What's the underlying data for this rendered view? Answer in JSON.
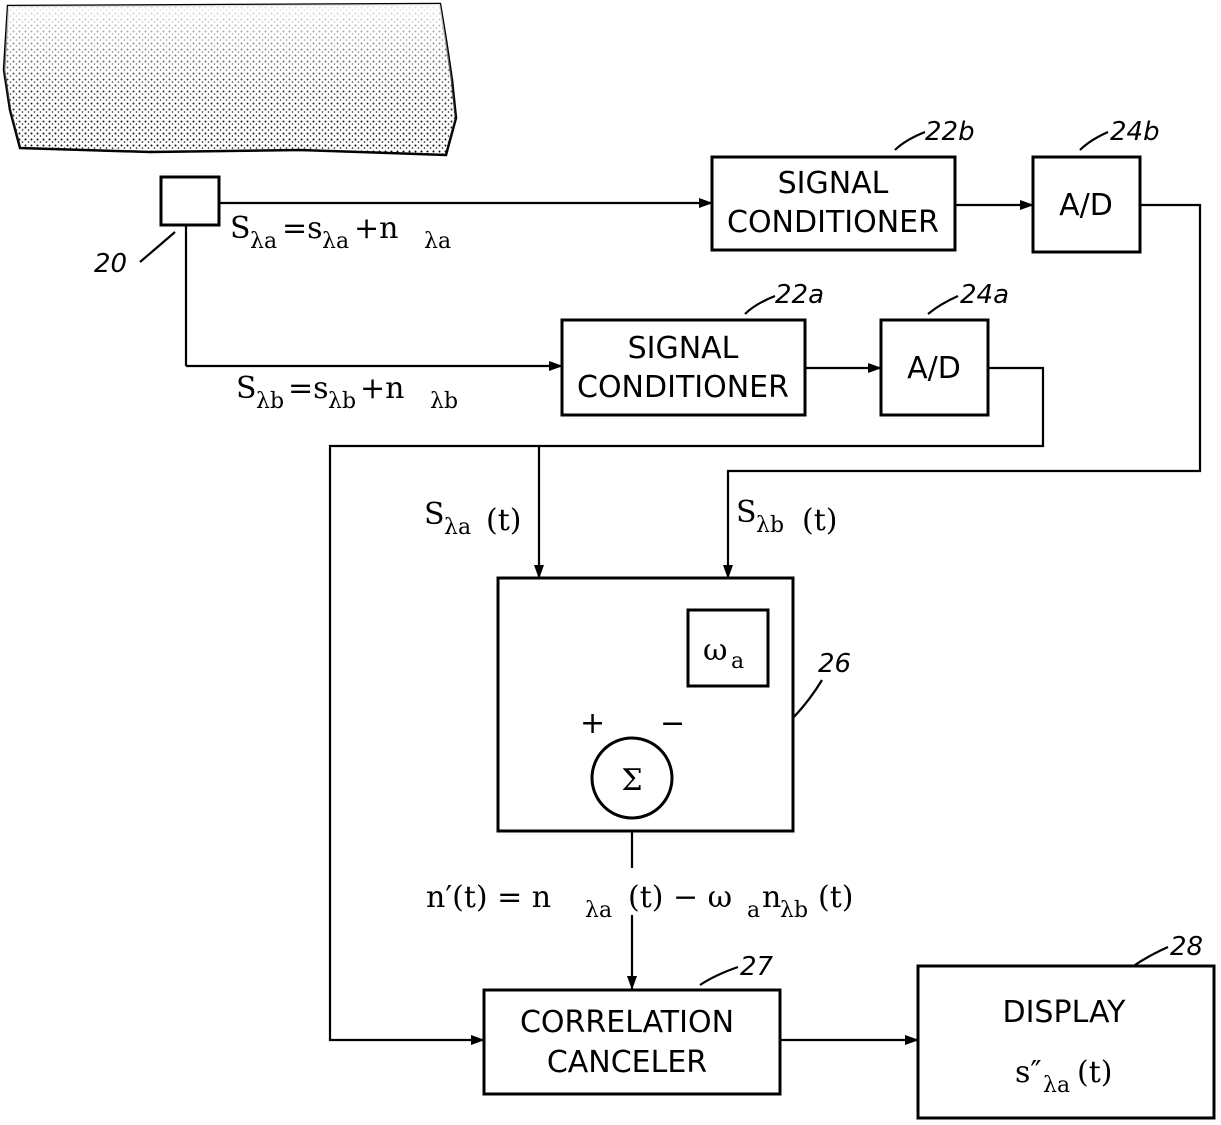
{
  "refs": {
    "sensor": "20",
    "cond_b": "22b",
    "ad_b": "24b",
    "cond_a": "22a",
    "ad_a": "24a",
    "filter": "26",
    "canceler": "27",
    "display": "28"
  },
  "blocks": {
    "cond_b": [
      "SIGNAL",
      "CONDITIONER"
    ],
    "cond_a": [
      "SIGNAL",
      "CONDITIONER"
    ],
    "ad_b": "A/D",
    "ad_a": "A/D",
    "canceler": [
      "CORRELATION",
      "CANCELER"
    ],
    "display_title": "DISPLAY"
  },
  "symbols": {
    "weight": "ω",
    "weight_sub": "a",
    "sum": "Σ",
    "plus": "+",
    "minus": "−"
  },
  "equations": {
    "top_main": "S",
    "top_sub": "λa",
    "top_mid": "=s",
    "top_sub2": "λa",
    "top_plus": "+n",
    "top_sub3": "λa",
    "bot_main": "S",
    "bot_sub": "λb",
    "bot_mid": "=s",
    "bot_sub2": "λb",
    "bot_plus": "+n",
    "bot_sub3": "λb",
    "in_a_main": "S",
    "in_a_sub": "λa",
    "in_a_tail": "(t)",
    "in_b_main": "S",
    "in_b_sub": "λb",
    "in_b_tail": "(t)",
    "noise_lhs": "n′(t) =  n",
    "noise_sub1": "λa",
    "noise_mid": "(t) − ω",
    "noise_sub2": "a",
    "noise_n": "n",
    "noise_sub3": "λb",
    "noise_tail": "(t)",
    "disp_main": "s″",
    "disp_sub": "λa",
    "disp_tail": "(t)"
  }
}
